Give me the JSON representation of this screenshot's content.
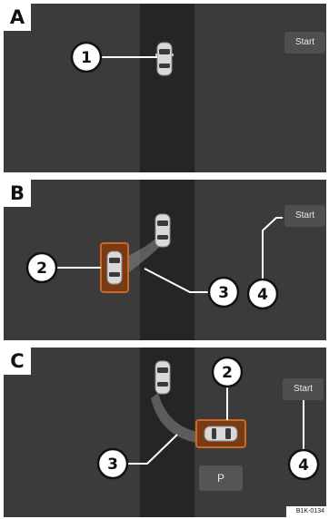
{
  "panels": [
    {
      "letter": "A",
      "start_label": "Start",
      "callouts": [
        "1"
      ]
    },
    {
      "letter": "B",
      "start_label": "Start",
      "callouts": [
        "2",
        "3",
        "4"
      ]
    },
    {
      "letter": "C",
      "start_label": "Start",
      "p_label": "P",
      "callouts": [
        "2",
        "3",
        "4"
      ]
    }
  ],
  "figure_code": "B1K-0134",
  "colors": {
    "screen_bg": "#3b3b3b",
    "road": "#252525",
    "highlight": "#c96a2a",
    "highlight_fill": "#7a3a14",
    "trail": "#8a8a8a",
    "callout_bg": "#ffffff"
  },
  "icons": [
    "car-icon"
  ]
}
